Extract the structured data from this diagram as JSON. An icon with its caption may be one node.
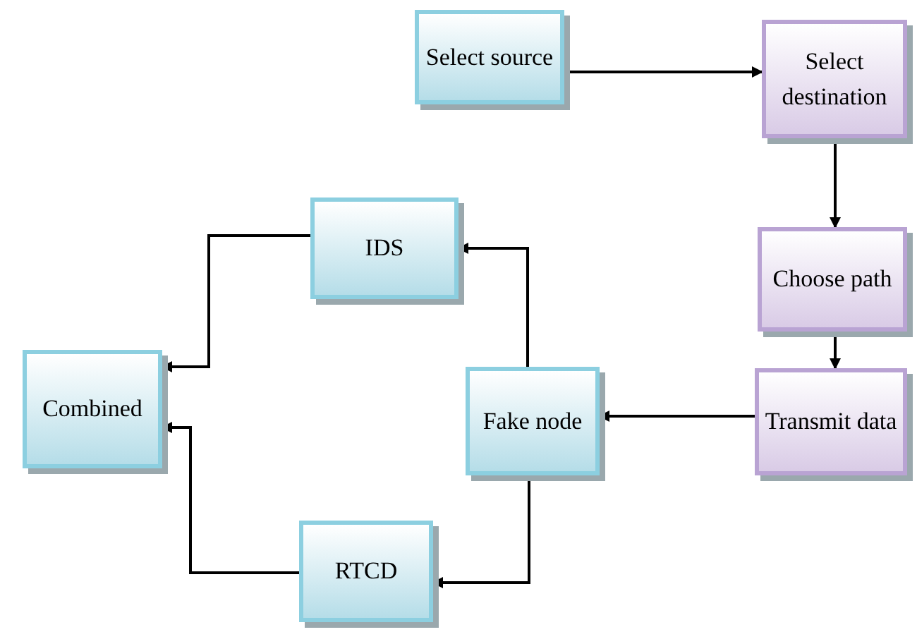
{
  "diagram": {
    "nodes": [
      {
        "text": [
          "Select source"
        ]
      },
      {
        "text": [
          "Select destination"
        ]
      },
      {
        "text": [
          "IDS"
        ]
      },
      {
        "text": [
          "Choose path"
        ]
      },
      {
        "text": [
          "Combined"
        ]
      },
      {
        "text": [
          "Fake node"
        ]
      },
      {
        "text": [
          "Transmit data"
        ]
      },
      {
        "text": [
          "RTCD"
        ]
      }
    ],
    "edges": [
      {
        "from": 0,
        "to": 1,
        "arrow": "to"
      },
      {
        "from": 1,
        "to": 3,
        "arrow": "to"
      },
      {
        "from": 3,
        "to": 6,
        "arrow": "to"
      },
      {
        "from": 6,
        "to": 5,
        "arrow": "to"
      },
      {
        "from": 5,
        "to": 2,
        "arrow": "to"
      },
      {
        "from": 5,
        "to": 7,
        "arrow": "to"
      },
      {
        "from": 2,
        "to": 4,
        "arrow": "to"
      },
      {
        "from": 7,
        "to": 4,
        "arrow": "to"
      }
    ]
  }
}
